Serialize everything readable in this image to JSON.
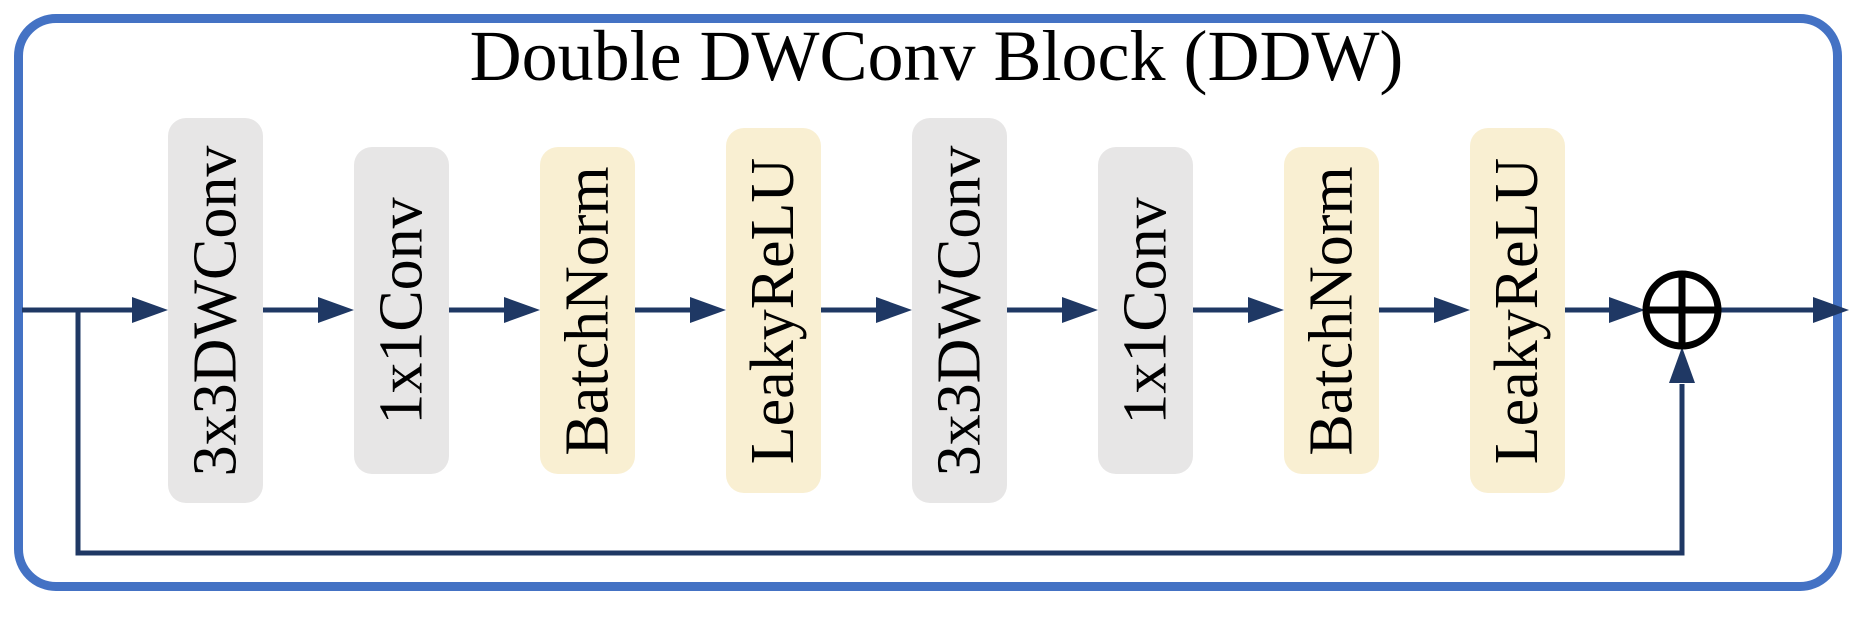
{
  "title": "Double DWConv Block (DDW)",
  "nodes": [
    {
      "label": "3x3DWConv",
      "type": "conv"
    },
    {
      "label": "1x1Conv",
      "type": "conv"
    },
    {
      "label": "BatchNorm",
      "type": "norm"
    },
    {
      "label": "LeakyReLU",
      "type": "act"
    },
    {
      "label": "3x3DWConv",
      "type": "conv"
    },
    {
      "label": "1x1Conv",
      "type": "conv"
    },
    {
      "label": "BatchNorm",
      "type": "norm"
    },
    {
      "label": "LeakyReLU",
      "type": "act"
    }
  ],
  "operator": {
    "icon": "circle-plus-icon"
  },
  "colors": {
    "frame": "#4472c4",
    "wire": "#1f3864",
    "conv_fill": "#e7e6e6",
    "norm_fill": "#f9efd2",
    "act_fill": "#f9efd2",
    "operator_stroke": "#000000",
    "text": "#000000",
    "background": "#ffffff"
  }
}
